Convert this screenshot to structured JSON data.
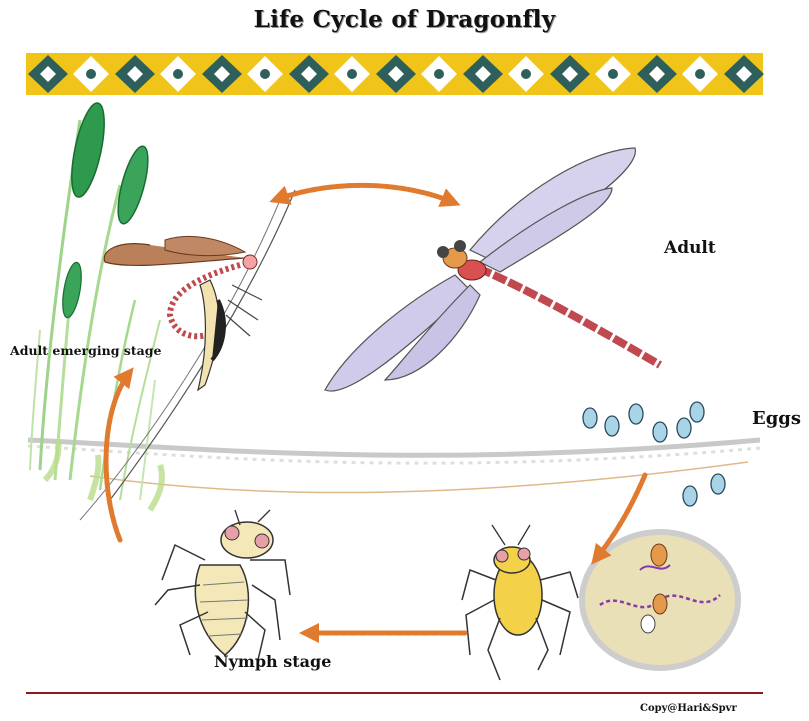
{
  "title": "Life Cycle of Dragonfly",
  "labels": {
    "adult": "Adult",
    "eggs": "Eggs",
    "adult_emerging": "Adult emerging stage",
    "nymph": "Nymph stage"
  },
  "copyright": "Copy@Hari&Spvr",
  "colors": {
    "border_yellow": "#f0c419",
    "border_diamond": "#2e5f5a",
    "arrow": "#e07a2e",
    "wing": "#c9c4e6",
    "egg": "#a9d3e6",
    "nymph_yellow": "#f3d24a",
    "bottom_line": "#8b1a1a"
  },
  "icons": [
    "cattail-plant-icon",
    "dragonfly-icon",
    "nymph-icon",
    "egg-icon",
    "cycle-arrow-icon"
  ]
}
